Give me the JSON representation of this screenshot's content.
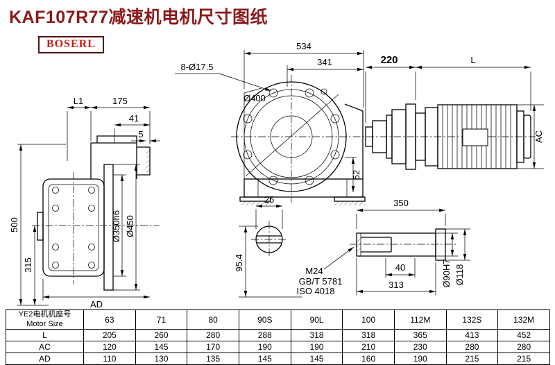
{
  "title": "KAF107R77减速机电机尺寸图纸",
  "logo": "BOSERL",
  "colors": {
    "title": "#8b1a1a",
    "logo_text": "#c81e14",
    "line": "#000000"
  },
  "labels": {
    "l1": "L1",
    "d175": "175",
    "d41": "41",
    "d5": "5",
    "d500": "500",
    "d315": "315",
    "ad": "AD",
    "d350h6": "Ø350h6",
    "d450": "Ø450",
    "d534": "534",
    "d341": "341",
    "holes": "8-Ø17.5",
    "d400": "Ø400",
    "d52": "52",
    "d220": "220",
    "len": "L",
    "ac": "AC",
    "d25": "25",
    "d954": "95.4",
    "m24": "M24",
    "gbt": "GB/T 5781",
    "iso": "ISO 4018",
    "d350": "350",
    "d40": "40",
    "d313": "313",
    "d90h7": "Ø90H7",
    "d118": "Ø118"
  },
  "table": {
    "row_header_cn": "YE2电机机座号",
    "row_header_en": "Motor Size",
    "sizes": [
      "63",
      "71",
      "80",
      "90S",
      "90L",
      "100",
      "112M",
      "132S",
      "132M"
    ],
    "rows": [
      {
        "label": "L",
        "values": [
          "205",
          "260",
          "280",
          "288",
          "318",
          "318",
          "365",
          "413",
          "452"
        ]
      },
      {
        "label": "AC",
        "values": [
          "120",
          "145",
          "170",
          "190",
          "190",
          "210",
          "230",
          "280",
          "280"
        ]
      },
      {
        "label": "AD",
        "values": [
          "110",
          "130",
          "135",
          "145",
          "145",
          "160",
          "190",
          "215",
          "215"
        ]
      }
    ]
  }
}
